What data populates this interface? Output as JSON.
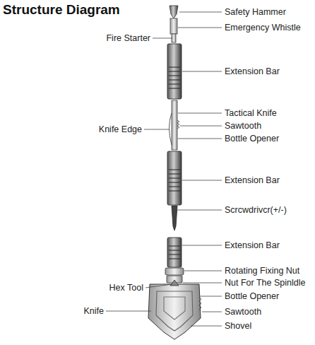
{
  "diagram": {
    "title": "Structure Diagram",
    "labels": [
      "Safety Hammer",
      "Emergency Whistle",
      "Fire Starter",
      "Extension Bar",
      "Tactical Knife",
      "Sawtooth",
      "Knife Edge",
      "Bottle Opener",
      "Extension Bar",
      "Scrcwdrivcr(+/-)",
      "Extension Bar",
      "Rotating Fixing Nut",
      "Hex Tool",
      "Nut For The Spinldle",
      "Bottle Opener",
      "Knife",
      "Sawtooth",
      "Shovel"
    ]
  }
}
